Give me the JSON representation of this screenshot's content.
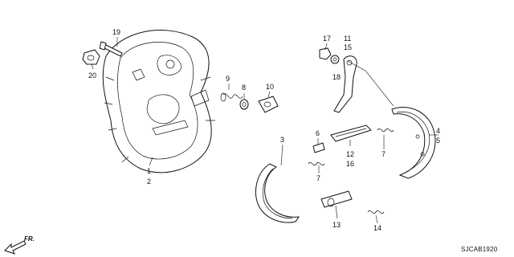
{
  "diagram": {
    "code": "SJCAB1920",
    "front_arrow": "FR.",
    "callouts": {
      "c19": "19",
      "c20": "20",
      "c1": "1",
      "c2": "2",
      "c9": "9",
      "c8": "8",
      "c10": "10",
      "c17": "17",
      "c11": "11",
      "c15": "15",
      "c18": "18",
      "c4": "4",
      "c5": "5",
      "c3": "3",
      "c6": "6",
      "c12": "12",
      "c16": "16",
      "c7a": "7",
      "c7b": "7",
      "c13": "13",
      "c14": "14"
    }
  }
}
